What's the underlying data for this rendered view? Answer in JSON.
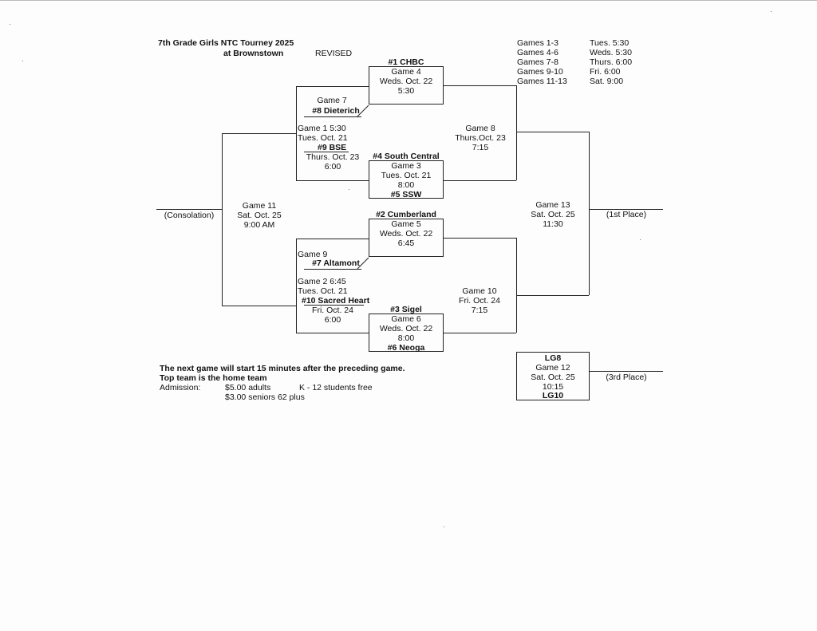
{
  "header": {
    "title": "7th Grade Girls NTC Tourney 2025",
    "location": "at Brownstown",
    "revised": "REVISED"
  },
  "schedule": [
    {
      "games": "Games 1-3",
      "time": "Tues. 5:30"
    },
    {
      "games": "Games 4-6",
      "time": "Weds. 5:30"
    },
    {
      "games": "Games 7-8",
      "time": "Thurs. 6:00"
    },
    {
      "games": "Games 9-10",
      "time": "Fri. 6:00"
    },
    {
      "games": "Games 11-13",
      "time": "Sat. 9:00"
    }
  ],
  "game4": {
    "top_team": "#1 CHBC",
    "name": "Game 4",
    "date": "Weds. Oct. 22",
    "time": "5:30"
  },
  "game7": {
    "name": "Game 7",
    "team": "#8 Dieterich"
  },
  "game1": {
    "line1": "Game 1   5:30",
    "date": "Tues. Oct. 21",
    "team": "#9 BSE",
    "loser_date": "Thurs. Oct. 23",
    "loser_time": "6:00"
  },
  "game3": {
    "top_team": "#4 South Central",
    "name": "Game 3",
    "date": "Tues. Oct. 21",
    "time": "8:00",
    "bottom_team": "#5 SSW"
  },
  "game8": {
    "name": "Game 8",
    "date": "Thurs.Oct. 23",
    "time": "7:15"
  },
  "game11": {
    "name": "Game 11",
    "date": "Sat. Oct. 25",
    "time": "9:00 AM",
    "label": "(Consolation)"
  },
  "game13": {
    "name": "Game 13",
    "date": "Sat. Oct. 25",
    "time": "11:30",
    "label": "(1st Place)"
  },
  "game5": {
    "top_team": "#2 Cumberland",
    "name": "Game 5",
    "date": "Weds. Oct. 22",
    "time": "6:45"
  },
  "game9": {
    "name": "Game 9",
    "team": "#7 Altamont"
  },
  "game2": {
    "line1": "Game 2   6:45",
    "date": "Tues. Oct. 21",
    "team": "#10 Sacred Heart",
    "loser_date": "Fri. Oct. 24",
    "loser_time": "6:00"
  },
  "game6": {
    "top_team": "#3 Sigel",
    "name": "Game 6",
    "date": "Weds. Oct. 22",
    "time": "8:00",
    "bottom_team": "#6 Neoga"
  },
  "game10": {
    "name": "Game 10",
    "date": "Fri. Oct. 24",
    "time": "7:15"
  },
  "game12": {
    "top_team": "LG8",
    "name": "Game 12",
    "date": "Sat. Oct. 25",
    "time": "10:15",
    "bottom_team": "LG10",
    "label": "(3rd Place)"
  },
  "notes": {
    "line1": "The next game will start 15 minutes after the preceding game.",
    "line2": "Top team is the home team",
    "admission_label": "Admission:",
    "adults": "$5.00 adults",
    "students": "K - 12 students free",
    "seniors": "$3.00 seniors 62 plus"
  }
}
